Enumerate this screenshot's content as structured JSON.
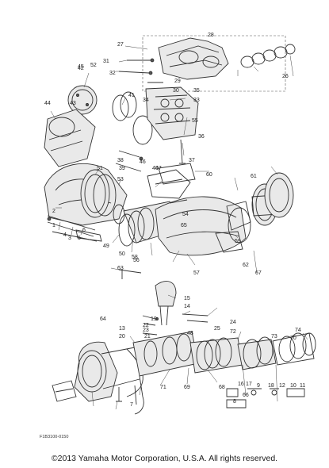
{
  "diagram": {
    "drawing_code": "F1B3100-0150",
    "copyright": "©2013 Yamaha Motor Corporation, U.S.A. All rights reserved.",
    "callouts": [
      "1",
      "2",
      "3",
      "4",
      "5",
      "6",
      "7",
      "8",
      "9",
      "10",
      "11",
      "12",
      "13",
      "14",
      "15",
      "16",
      "17",
      "18",
      "19",
      "20",
      "21",
      "22",
      "23",
      "24",
      "25",
      "26",
      "27",
      "28",
      "29",
      "30",
      "31",
      "32",
      "33",
      "34",
      "35",
      "36",
      "37",
      "38",
      "39",
      "40",
      "41",
      "42",
      "43",
      "44",
      "45",
      "46",
      "47",
      "48",
      "49",
      "50",
      "51",
      "52",
      "53",
      "54",
      "55",
      "56",
      "57",
      "58",
      "59",
      "60",
      "61",
      "62",
      "63",
      "64",
      "65",
      "66",
      "67",
      "68",
      "69",
      "70",
      "71",
      "72",
      "73",
      "74"
    ]
  }
}
